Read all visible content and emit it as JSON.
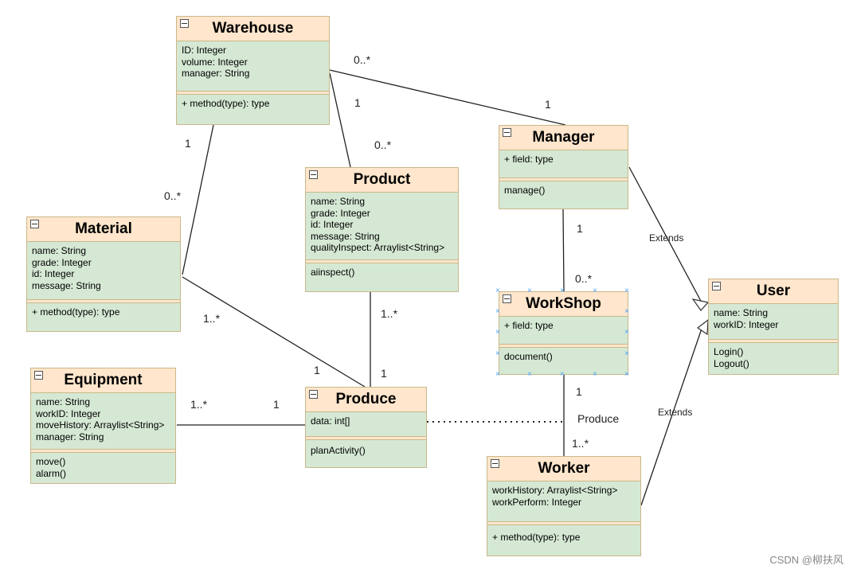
{
  "classes": {
    "warehouse": {
      "name": "Warehouse",
      "attrs": [
        "ID: Integer",
        "volume: Integer",
        "manager: String"
      ],
      "methods": [
        "+ method(type): type"
      ]
    },
    "manager": {
      "name": "Manager",
      "attrs": [
        "+ field: type"
      ],
      "methods": [
        "manage()"
      ]
    },
    "product": {
      "name": "Product",
      "attrs": [
        "name: String",
        "grade: Integer",
        "id: Integer",
        "message: String",
        "qualityInspect: Arraylist<String>"
      ],
      "methods": [
        "aiinspect()"
      ]
    },
    "material": {
      "name": "Material",
      "attrs": [
        "name: String",
        "grade: Integer",
        "id: Integer",
        "message: String"
      ],
      "methods": [
        "+ method(type): type"
      ]
    },
    "workshop": {
      "name": "WorkShop",
      "attrs": [
        "+ field: type"
      ],
      "methods": [
        "document()"
      ]
    },
    "user": {
      "name": "User",
      "attrs": [
        "name: String",
        "workID: Integer"
      ],
      "methods": [
        "Login()",
        "Logout()"
      ]
    },
    "equipment": {
      "name": "Equipment",
      "attrs": [
        "name: String",
        "workID: Integer",
        "moveHistory: Arraylist<String>",
        "manager: String"
      ],
      "methods": [
        "move()",
        "alarm()"
      ]
    },
    "produce": {
      "name": "Produce",
      "attrs": [
        "data: int[]"
      ],
      "methods": [
        "planActivity()"
      ]
    },
    "worker": {
      "name": "Worker",
      "attrs": [
        "workHistory: Arraylist<String>",
        "workPerform: Integer"
      ],
      "methods": [
        "+ method(type): type"
      ]
    }
  },
  "labels": {
    "wh_mgr_wh": "0..*",
    "wh_mgr_mgr": "1",
    "wh_prod_wh": "1",
    "wh_prod_prod": "0..*",
    "wh_mat_wh": "1",
    "wh_mat_mat": "0..*",
    "mgr_ws_mgr": "1",
    "mgr_ws_ws": "0..*",
    "extends_mgr": "Extends",
    "extends_worker": "Extends",
    "prod_produce_prod": "1..*",
    "prod_produce_produce": "1",
    "mat_produce_mat": "1..*",
    "mat_produce_produce": "1",
    "eq_produce_eq": "1..*",
    "eq_produce_produce": "1",
    "ws_worker_ws": "1",
    "ws_worker_name": "Produce",
    "ws_worker_worker": "1..*"
  },
  "watermark": "CSDN @柳扶风"
}
